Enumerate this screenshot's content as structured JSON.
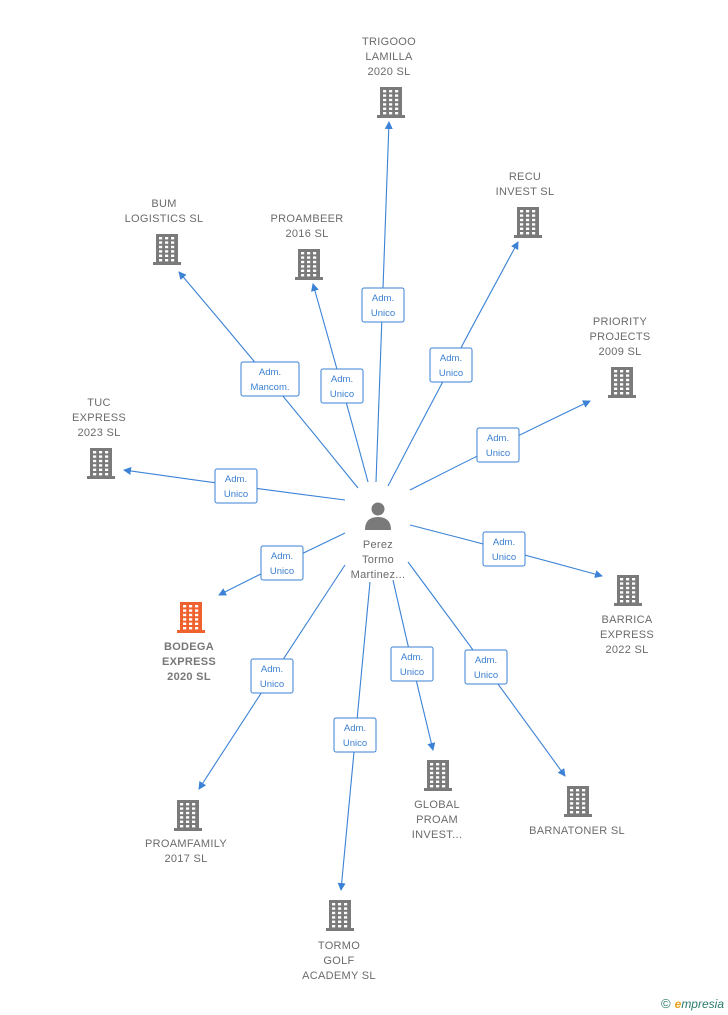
{
  "center": {
    "name_lines": [
      "Perez",
      "Tormo",
      "Martinez..."
    ]
  },
  "companies": [
    {
      "id": "trigooo",
      "lines": [
        "TRIGOOO",
        "LAMILLA",
        "2020  SL"
      ],
      "highlight": false
    },
    {
      "id": "recu",
      "lines": [
        "RECU",
        "INVEST  SL"
      ],
      "highlight": false
    },
    {
      "id": "bum",
      "lines": [
        "BUM",
        "LOGISTICS SL"
      ],
      "highlight": false
    },
    {
      "id": "proambeer",
      "lines": [
        "PROAMBEER",
        "2016  SL"
      ],
      "highlight": false
    },
    {
      "id": "priority",
      "lines": [
        "PRIORITY",
        "PROJECTS",
        "2009 SL"
      ],
      "highlight": false
    },
    {
      "id": "tuc",
      "lines": [
        "TUC",
        "EXPRESS",
        "2023  SL"
      ],
      "highlight": false
    },
    {
      "id": "barrica",
      "lines": [
        "BARRICA",
        "EXPRESS",
        "2022  SL"
      ],
      "highlight": false
    },
    {
      "id": "bodega",
      "lines": [
        "BODEGA",
        "EXPRESS",
        "2020  SL"
      ],
      "highlight": true
    },
    {
      "id": "proamfamily",
      "lines": [
        "PROAMFAMILY",
        "2017  SL"
      ],
      "highlight": false
    },
    {
      "id": "global",
      "lines": [
        "GLOBAL",
        "PROAM",
        "INVEST..."
      ],
      "highlight": false
    },
    {
      "id": "barnatoner",
      "lines": [
        "BARNATONER SL"
      ],
      "highlight": false
    },
    {
      "id": "tormo",
      "lines": [
        "TORMO",
        "GOLF",
        "ACADEMY  SL"
      ],
      "highlight": false
    }
  ],
  "relations": [
    {
      "target": "trigooo",
      "lines": [
        "Adm.",
        "Unico"
      ]
    },
    {
      "target": "recu",
      "lines": [
        "Adm.",
        "Unico"
      ]
    },
    {
      "target": "bum",
      "lines": [
        "Adm.",
        "Mancom."
      ]
    },
    {
      "target": "proambeer",
      "lines": [
        "Adm.",
        "Unico"
      ]
    },
    {
      "target": "priority",
      "lines": [
        "Adm.",
        "Unico"
      ]
    },
    {
      "target": "tuc",
      "lines": [
        "Adm.",
        "Unico"
      ]
    },
    {
      "target": "barrica",
      "lines": [
        "Adm.",
        "Unico"
      ]
    },
    {
      "target": "bodega",
      "lines": [
        "Adm.",
        "Unico"
      ]
    },
    {
      "target": "proamfamily",
      "lines": [
        "Adm.",
        "Unico"
      ]
    },
    {
      "target": "global",
      "lines": [
        "Adm.",
        "Unico"
      ]
    },
    {
      "target": "barnatoner",
      "lines": [
        "Adm.",
        "Unico"
      ]
    },
    {
      "target": "tormo",
      "lines": [
        "Adm.",
        "Unico"
      ]
    }
  ],
  "colors": {
    "edge": "#3b82d6",
    "building": "#7a7a7a",
    "building_highlight": "#f0622d",
    "person": "#7a7a7a"
  },
  "footer": {
    "copyright_symbol": "©",
    "brand_initial": "e",
    "brand_rest": "mpresia"
  }
}
